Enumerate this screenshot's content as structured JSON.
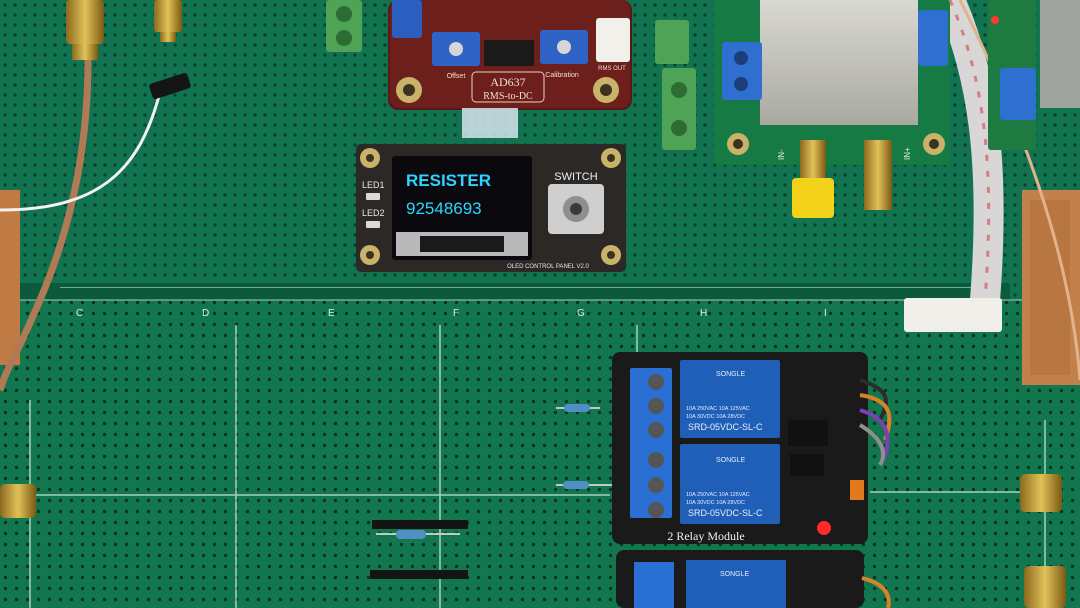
{
  "oled": {
    "line1": "RESISTER",
    "line2": "92548693",
    "switch_label": "SWITCH",
    "led1_label": "LED1",
    "led2_label": "LED2",
    "footer": "OLED CONTROL PANEL V2.0"
  },
  "ad637": {
    "title": "AD637",
    "subtitle": "RMS-to-DC",
    "offset_label": "Offset",
    "calibration_label": "Calibration",
    "rms_out_label": "RMS OUT"
  },
  "rf_module": {
    "in_minus": "IN-",
    "in_plus": "IN+"
  },
  "relay": {
    "module_label": "2 Relay Module",
    "brand": "SONGLE",
    "model": "SRD-05VDC-SL-C",
    "rating": "10A 250VAC 10A 125VAC",
    "rating2": "10A 30VDC 10A 28VDC"
  },
  "board": {
    "column_letters": [
      "C",
      "D",
      "E",
      "F",
      "G",
      "H",
      "I"
    ]
  },
  "colors": {
    "pcb_green": "#0f6b4a",
    "oled_text": "#2fd3ff",
    "relay_blue": "#1f5fb8",
    "led_red": "#ff2a2a"
  }
}
